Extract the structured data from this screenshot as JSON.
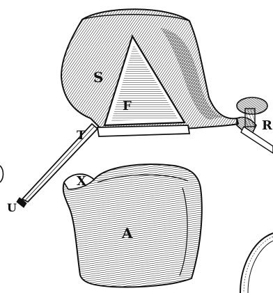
{
  "labels": {
    "S": "S",
    "F": "F",
    "T": "T",
    "R": "R",
    "X": "X",
    "U": "U",
    "A": "A"
  },
  "ink_color": "#111111",
  "paper_color": "#ffffff"
}
